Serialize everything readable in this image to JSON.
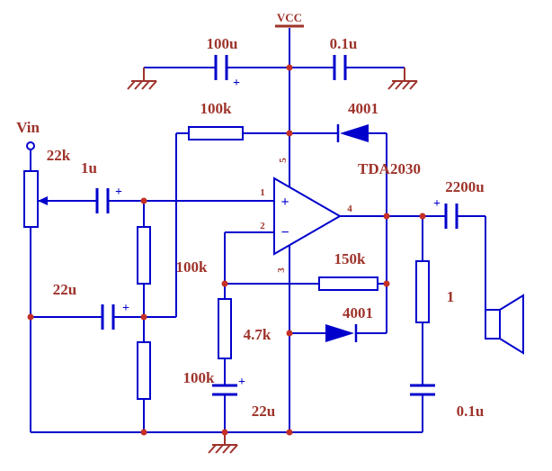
{
  "colors": {
    "wire_blue": "#0000CC",
    "label_maroon": "#9E332B",
    "junction_red": "#C53026",
    "background": "#FFFFFF"
  },
  "power": {
    "vcc": "VCC"
  },
  "ic": {
    "part": "TDA2030",
    "plus": "+",
    "minus": "−",
    "pins": {
      "in_noninv": "1",
      "in_inv": "2",
      "gnd": "3",
      "out": "4",
      "vs": "5"
    }
  },
  "labels": {
    "supply_cap_bulk": "100u",
    "supply_cap_hf": "0.1u",
    "bias_feed_resistor": "100k",
    "clamp_diode_top": "4001",
    "input": "Vin",
    "input_pot": "22k",
    "input_cap": "1u",
    "bias_resistor_mid": "100k",
    "bias_bypass_cap": "22u",
    "feedback_resistor": "150k",
    "feedback_gnd_resistor": "4.7k",
    "clamp_diode_bottom": "4001",
    "bias_resistor_low": "100k",
    "feedback_cap": "22u",
    "output_cap": "2200u",
    "zobel_resistor": "1",
    "zobel_cap": "0.1u"
  },
  "polarity_mark": "+"
}
